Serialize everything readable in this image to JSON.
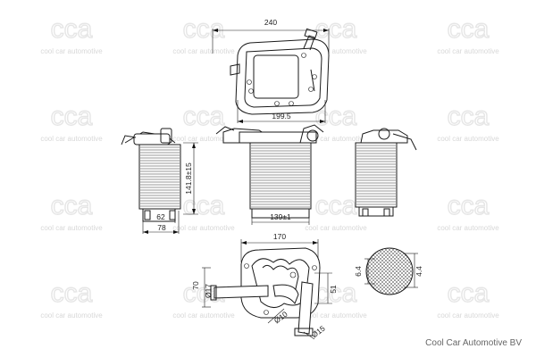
{
  "watermark": {
    "logo": "cca",
    "tagline": "cool car automotive"
  },
  "brand": "Cool Car Automotive BV",
  "dimensions": {
    "top_width": "240",
    "top_inner_width": "199.5",
    "side_height": "141.8±15",
    "side_base_inner": "62",
    "side_base_outer": "78",
    "front_base": "139±1",
    "bottom_width": "170",
    "bottom_height": "70",
    "bottom_pipe_dia_left": "Ø17",
    "bottom_pipe_dia_mid": "Ø10",
    "bottom_pipe_dia_right": "Ø15",
    "bottom_offset": "51",
    "core_width": "6.4",
    "core_height": "4.4"
  }
}
